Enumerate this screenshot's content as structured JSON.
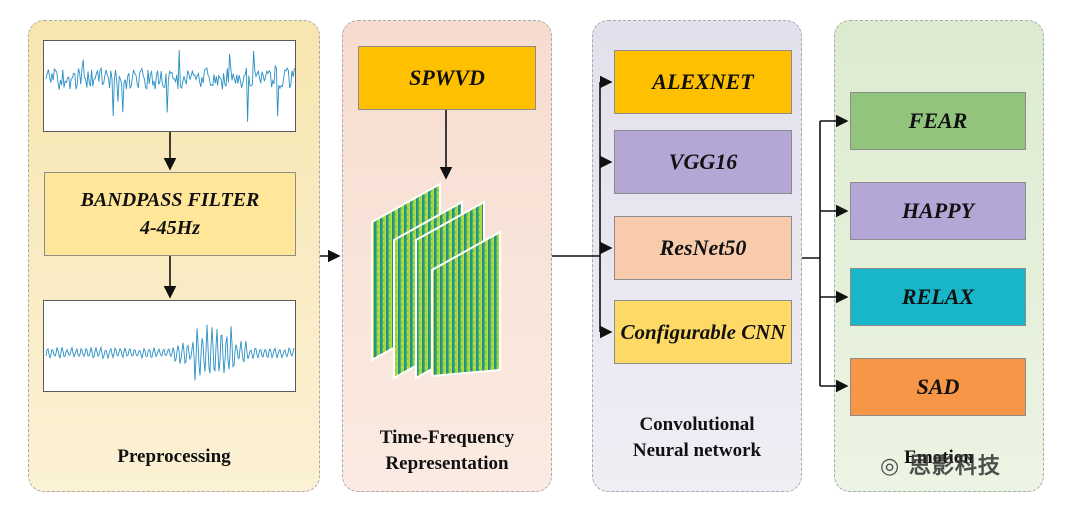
{
  "preprocessing": {
    "filter_line1": "BANDPASS FILTER",
    "filter_line2": "4-45Hz",
    "label": "Preprocessing"
  },
  "tfr": {
    "method": "SPWVD",
    "label_line1": "Time-Frequency",
    "label_line2": "Representation"
  },
  "cnn": {
    "models": [
      "ALEXNET",
      "VGG16",
      "ResNet50",
      "Configurable CNN"
    ],
    "label_line1": "Convolutional",
    "label_line2": "Neural network"
  },
  "emotion": {
    "classes": [
      "FEAR",
      "HAPPY",
      "RELAX",
      "SAD"
    ],
    "label": "Emotion"
  },
  "colors": {
    "spwvd": "#ffc000",
    "filter": "#ffe699",
    "alexnet": "#ffc000",
    "vgg16": "#b4a7d6",
    "resnet50": "#f8cbad",
    "configurable_cnn": "#ffd966",
    "fear": "#93c47d",
    "happy": "#b4a7d6",
    "relax": "#17b6c9",
    "sad": "#f79646"
  },
  "watermark": "思影科技"
}
